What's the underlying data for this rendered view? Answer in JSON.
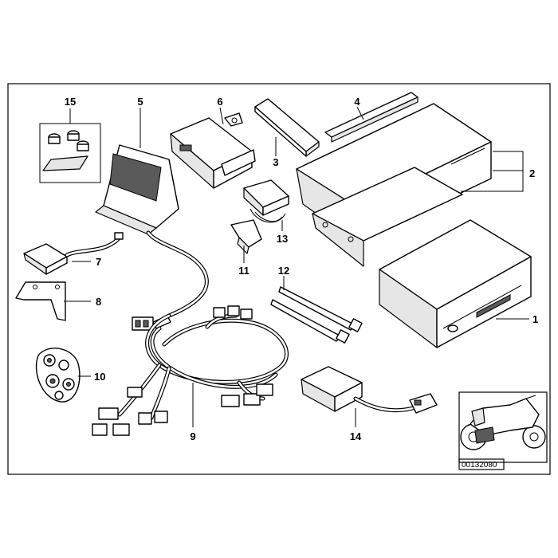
{
  "callouts": {
    "c1": "1",
    "c2": "2",
    "c3": "3",
    "c4": "4",
    "c5": "5",
    "c6": "6",
    "c7": "7",
    "c8": "8",
    "c9": "9",
    "c10": "10",
    "c11": "11",
    "c12": "12",
    "c13": "13",
    "c14": "14",
    "c15": "15"
  },
  "diagram_code": "00132080"
}
